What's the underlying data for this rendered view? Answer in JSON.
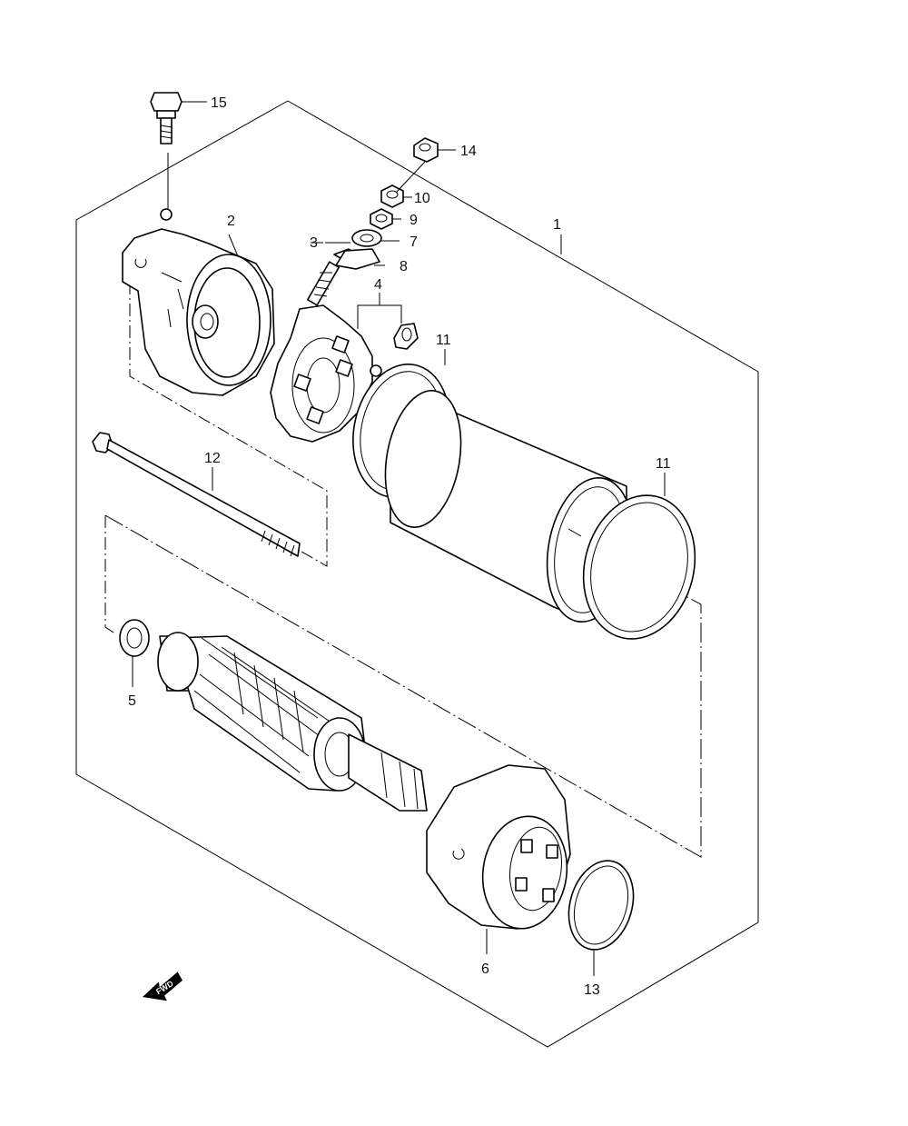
{
  "diagram": {
    "callouts": [
      {
        "id": "c1",
        "text": "1"
      },
      {
        "id": "c2",
        "text": "2"
      },
      {
        "id": "c3",
        "text": "3"
      },
      {
        "id": "c4",
        "text": "4"
      },
      {
        "id": "c5",
        "text": "5"
      },
      {
        "id": "c6",
        "text": "6"
      },
      {
        "id": "c7",
        "text": "7"
      },
      {
        "id": "c8",
        "text": "8"
      },
      {
        "id": "c9",
        "text": "9"
      },
      {
        "id": "c10",
        "text": "10"
      },
      {
        "id": "c11a",
        "text": "11"
      },
      {
        "id": "c11b",
        "text": "11"
      },
      {
        "id": "c12",
        "text": "12"
      },
      {
        "id": "c13",
        "text": "13"
      },
      {
        "id": "c14",
        "text": "14"
      },
      {
        "id": "c15",
        "text": "15"
      }
    ],
    "direction_badge": "FWD"
  }
}
